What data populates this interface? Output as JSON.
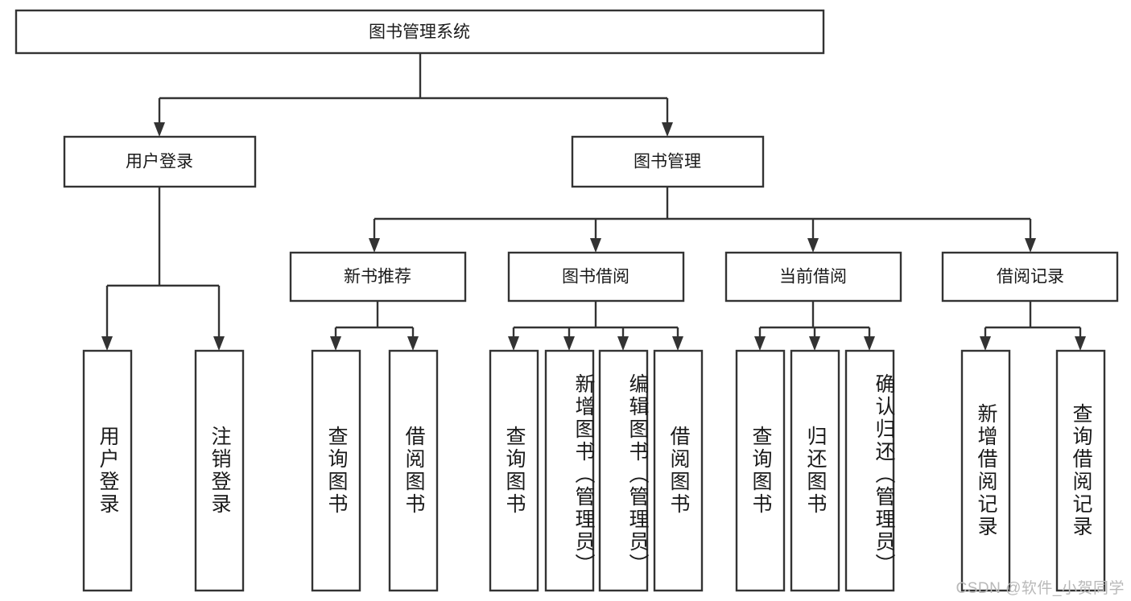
{
  "diagram": {
    "type": "tree-hierarchy-chart",
    "title_text": "图书管理系统",
    "watermark": "CSDN @软件_小贺同学",
    "colors": {
      "box_stroke": "#333333",
      "box_fill": "#ffffff",
      "text": "#1a1a1a",
      "background": "#ffffff",
      "watermark": "#b9b9b9"
    },
    "root": {
      "label": "图书管理系统"
    },
    "level1": [
      {
        "label": "用户登录"
      },
      {
        "label": "图书管理"
      }
    ],
    "level2": [
      {
        "label": "新书推荐"
      },
      {
        "label": "图书借阅"
      },
      {
        "label": "当前借阅"
      },
      {
        "label": "借阅记录"
      }
    ],
    "leaves": {
      "user_login": [
        {
          "label": "用户登录"
        },
        {
          "label": "注销登录"
        }
      ],
      "new_book_recommend": [
        {
          "label": "查询图书"
        },
        {
          "label": "借阅图书"
        }
      ],
      "book_borrow": [
        {
          "label": "查询图书"
        },
        {
          "label": "新增图书（管理员）"
        },
        {
          "label": "编辑图书（管理员）"
        },
        {
          "label": "借阅图书"
        }
      ],
      "current_borrow": [
        {
          "label": "查询图书"
        },
        {
          "label": "归还图书"
        },
        {
          "label": "确认归还（管理员）"
        }
      ],
      "borrow_record": [
        {
          "label": "新增借阅记录"
        },
        {
          "label": "查询借阅记录"
        }
      ]
    }
  }
}
